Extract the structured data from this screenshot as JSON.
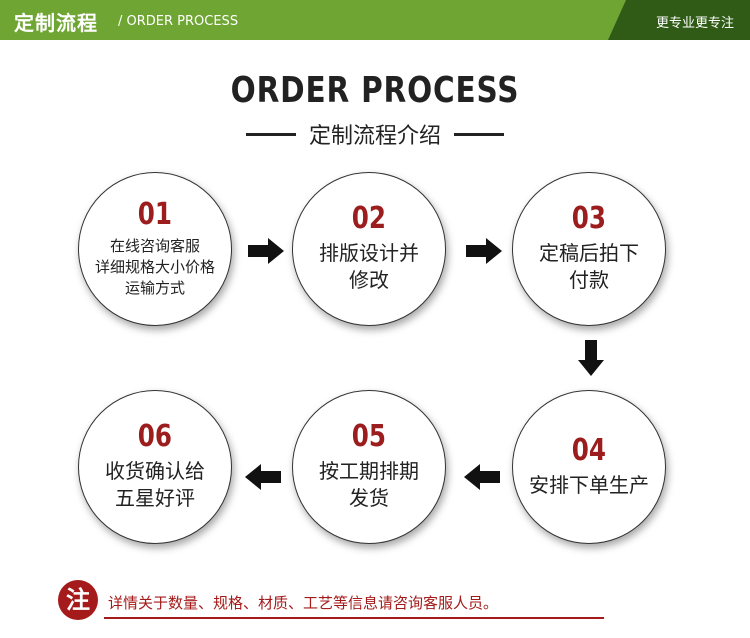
{
  "header": {
    "title": "定制流程",
    "subtitle": "/ ORDER PROCESS",
    "tagline": "更专业更专注",
    "bg_color": "#6fa633",
    "accent_color": "#2f5b17"
  },
  "title": {
    "main": "ORDER PROCESS",
    "sub": "定制流程介绍"
  },
  "steps": [
    {
      "num": "01",
      "text": "在线咨询客服\n详细规格大小价格\n运输方式"
    },
    {
      "num": "02",
      "text": "排版设计并\n修改"
    },
    {
      "num": "03",
      "text": "定稿后拍下\n付款"
    },
    {
      "num": "04",
      "text": "安排下单生产"
    },
    {
      "num": "05",
      "text": "按工期排期\n发货"
    },
    {
      "num": "06",
      "text": "收货确认给\n五星好评"
    }
  ],
  "note": {
    "badge": "注",
    "text": "详情关于数量、规格、材质、工艺等信息请咨询客服人员。",
    "color": "#a51a1a"
  },
  "icons": [
    "arrow-right-icon",
    "arrow-down-icon",
    "arrow-left-icon"
  ]
}
